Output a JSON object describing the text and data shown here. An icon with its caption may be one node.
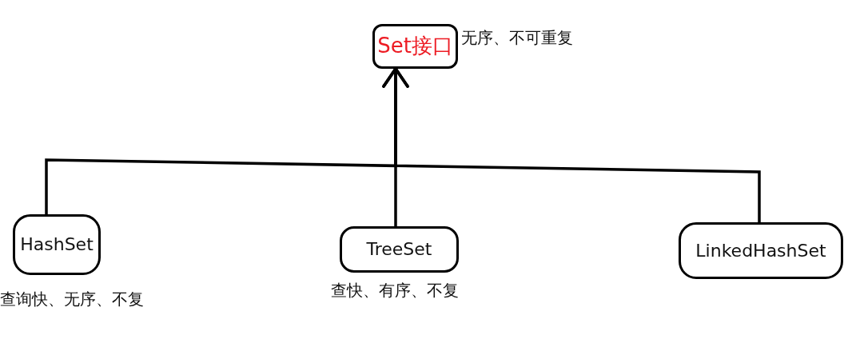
{
  "diagram": {
    "nodes": [
      {
        "text": [
          "Set接口"
        ],
        "beside": [
          "无序、不可重复"
        ]
      },
      {
        "text": [
          "HashSet"
        ],
        "beside": [
          "查询快、无序、不复"
        ]
      },
      {
        "text": [
          "TreeSet"
        ],
        "beside": [
          "查快、有序、不复"
        ]
      },
      {
        "text": [
          "LinkedHashSet"
        ]
      }
    ],
    "edges": [
      {
        "from": 1,
        "to": 0,
        "arrow": "to"
      },
      {
        "from": 2,
        "to": 0,
        "arrow": "to"
      },
      {
        "from": 3,
        "to": 0,
        "arrow": "to"
      }
    ]
  }
}
